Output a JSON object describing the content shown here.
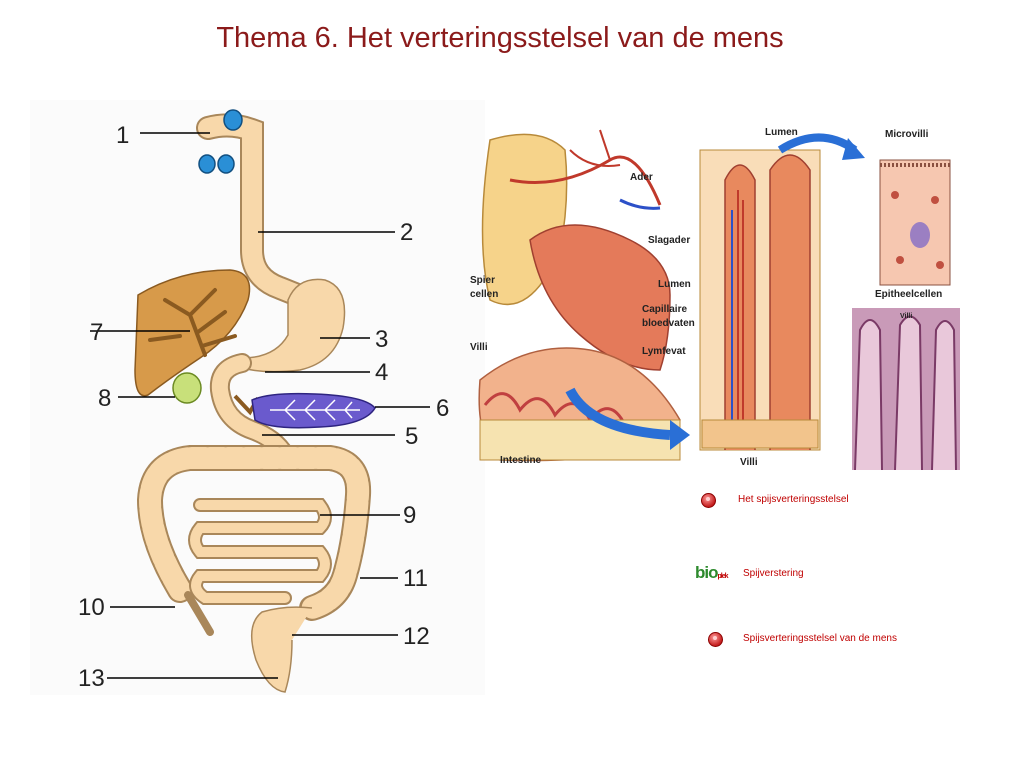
{
  "title": "Thema 6. Het verteringsstelsel van de mens",
  "digestive_labels": [
    "1",
    "2",
    "3",
    "4",
    "5",
    "6",
    "7",
    "8",
    "9",
    "10",
    "11",
    "12",
    "13"
  ],
  "villus_labels": {
    "ader": "Ader",
    "slagader": "Slagader",
    "lumen_left": "Lumen",
    "spier": "Spier",
    "cellen": "cellen",
    "capillaire": "Capillaire",
    "bloedvaten": "bloedvaten",
    "lymfevat": "Lymfevat",
    "villi_left": "Villi",
    "intestine": "Intestine",
    "villi_bottom": "Villi",
    "lumen_top": "Lumen",
    "microvilli": "Microvilli",
    "epitheel": "Epitheelcellen",
    "villi_micro": "Villi"
  },
  "links": [
    {
      "label": "Het spijsverteringsstelsel",
      "icon": "red-ball-icon"
    },
    {
      "label": "Spijverstering",
      "icon": "bio-logo-icon"
    },
    {
      "label": "Spijsverteringsstelsel van de mens",
      "icon": "red-ball-icon"
    }
  ],
  "bio_logo": {
    "text": "bio",
    "sub": "plek"
  },
  "colors": {
    "title": "#8b1a1a",
    "links": "#c00000",
    "tract": "#f7d7a8",
    "liver": "#d79a4a",
    "pancreas": "#6a5acd"
  }
}
